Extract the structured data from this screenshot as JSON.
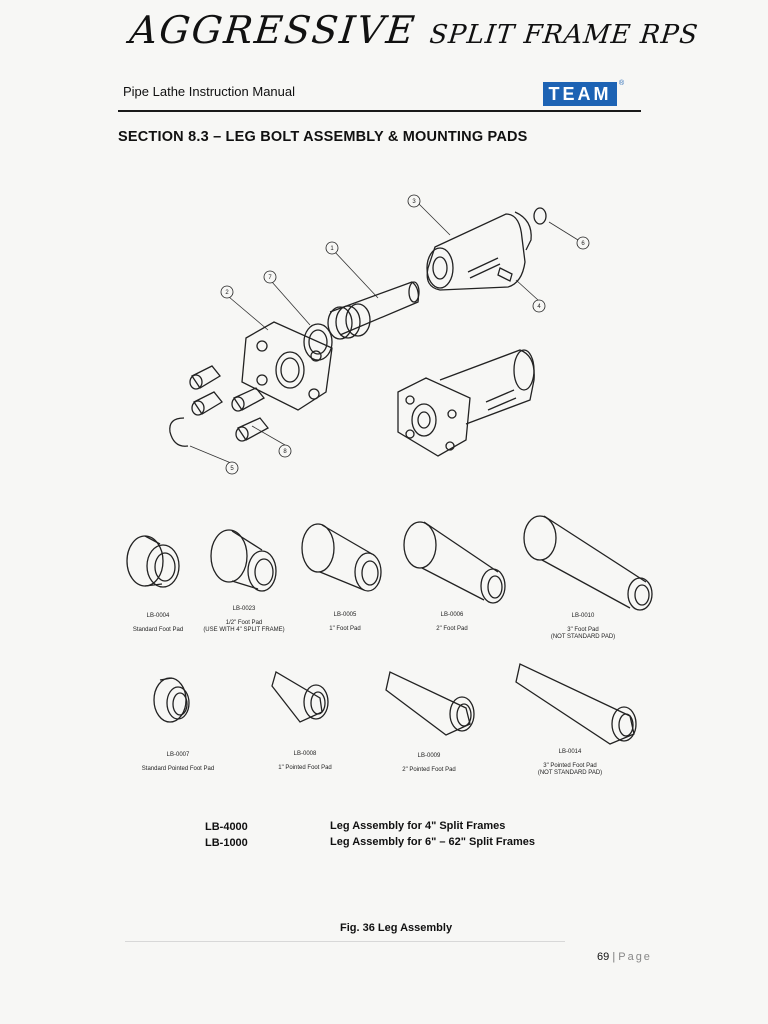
{
  "handwritten_note": {
    "part1": "AGGRESSIVE",
    "part2": "SPLIT FRAME RPS"
  },
  "header": {
    "manual_title": "Pipe Lathe Instruction Manual",
    "logo_text": "TEAM",
    "logo_mark": "®"
  },
  "section_title": "SECTION 8.3 – LEG BOLT ASSEMBLY & MOUNTING PADS",
  "assembly_callouts": [
    "1",
    "2",
    "3",
    "4",
    "5",
    "6",
    "7",
    "8"
  ],
  "foot_pads": [
    {
      "code": "LB-0004",
      "desc": "Standard Foot Pad"
    },
    {
      "code": "LB-0023",
      "desc": "1/2\" Foot Pad\n(USE WITH 4\" SPLIT FRAME)"
    },
    {
      "code": "LB-0005",
      "desc": "1\" Foot Pad"
    },
    {
      "code": "LB-0006",
      "desc": "2\" Foot Pad"
    },
    {
      "code": "LB-0010",
      "desc": "3\" Foot Pad\n(NOT STANDARD PAD)"
    }
  ],
  "pointed_pads": [
    {
      "code": "LB-0007",
      "desc": "Standard Pointed Foot Pad"
    },
    {
      "code": "LB-0008",
      "desc": "1\" Pointed Foot Pad"
    },
    {
      "code": "LB-0009",
      "desc": "2\" Pointed Foot Pad"
    },
    {
      "code": "LB-0014",
      "desc": "3\" Pointed Foot Pad\n(NOT STANDARD PAD)"
    }
  ],
  "parts_list": [
    {
      "part": "LB-4000",
      "desc": "Leg Assembly for 4\" Split Frames"
    },
    {
      "part": "LB-1000",
      "desc": "Leg Assembly for 6\" – 62\" Split Frames"
    }
  ],
  "figure_caption": "Fig. 36 Leg Assembly",
  "page": {
    "number": "69",
    "separator": "|",
    "word": "Page"
  }
}
